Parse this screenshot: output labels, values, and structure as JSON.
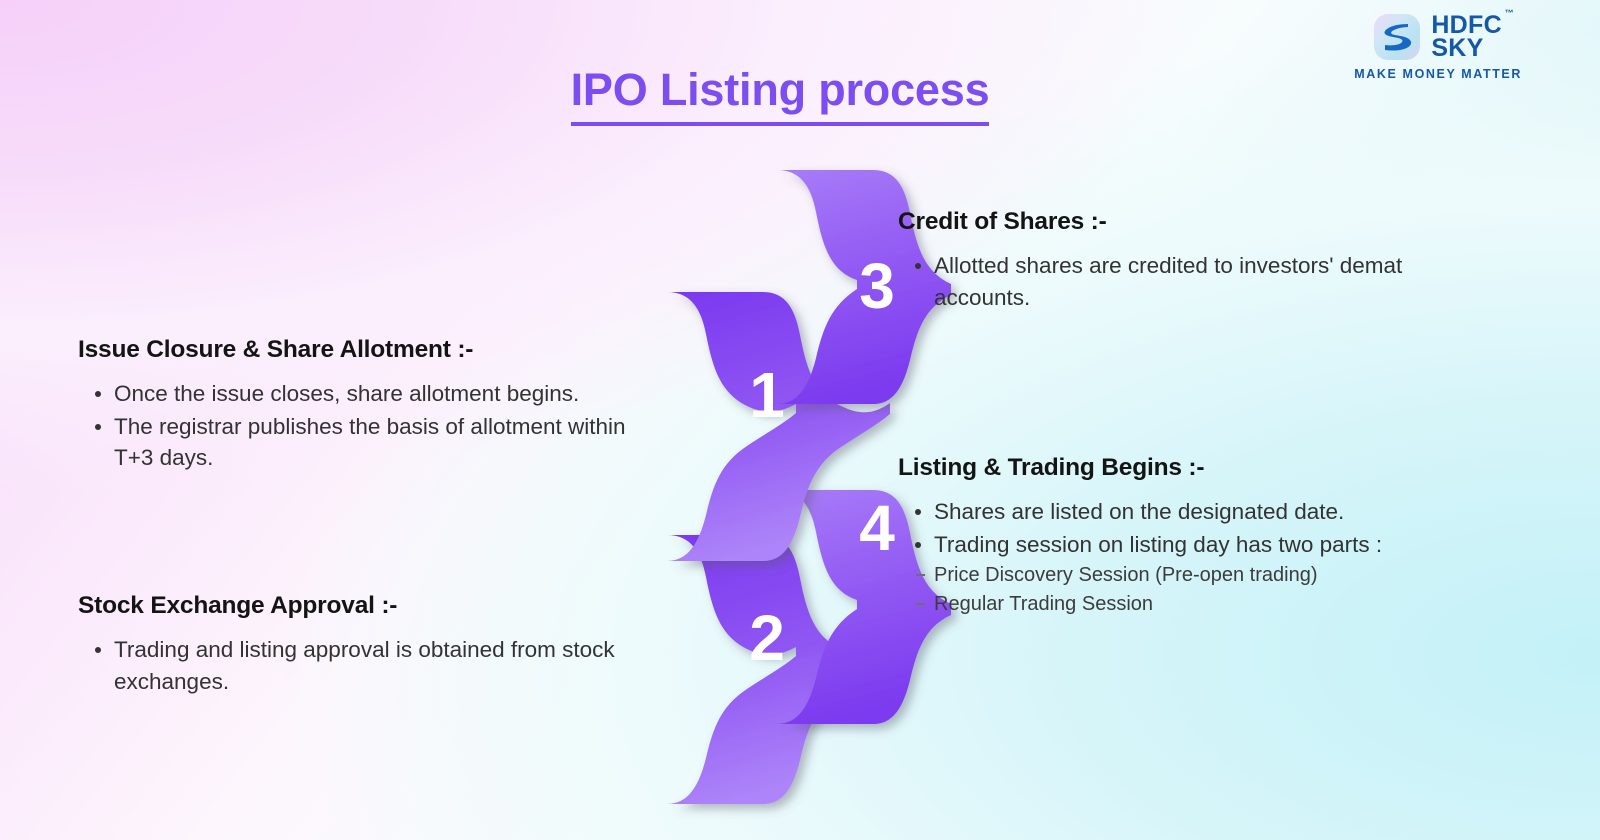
{
  "brand": {
    "name_line1": "HDFC",
    "name_line2": "SKY",
    "trademark": "™",
    "tagline": "MAKE MONEY MATTER",
    "logo_icon": "hdfc-sky-swoosh-icon",
    "color": "#1558a8"
  },
  "title": "IPO Listing process",
  "title_color": "#7c4df0",
  "background": {
    "start": "#f6d3f9",
    "end": "#c7f2f8"
  },
  "steps": [
    {
      "number": "1",
      "name": "issue-closure-share-allotment"
    },
    {
      "number": "2",
      "name": "stock-exchange-approval"
    },
    {
      "number": "3",
      "name": "credit-of-shares"
    },
    {
      "number": "4",
      "name": "listing-trading-begins"
    }
  ],
  "blocks": {
    "issue": {
      "heading": "Issue Closure & Share Allotment :-",
      "bullets": [
        "Once the issue closes, share allotment begins.",
        "The registrar publishes the basis of allotment within T+3 days."
      ]
    },
    "stock": {
      "heading": "Stock Exchange Approval :-",
      "bullets": [
        "Trading and listing approval is obtained from stock exchanges."
      ]
    },
    "credit": {
      "heading": "Credit of Shares :-",
      "bullets": [
        "Allotted shares are credited to investors' demat accounts."
      ]
    },
    "listing": {
      "heading": "Listing & Trading Begins :-",
      "bullets": [
        "Shares are listed on the designated date.",
        "Trading session on listing day has two parts :"
      ],
      "sub_bullets": [
        "Price Discovery Session (Pre-open trading)",
        "Regular Trading Session"
      ]
    }
  }
}
